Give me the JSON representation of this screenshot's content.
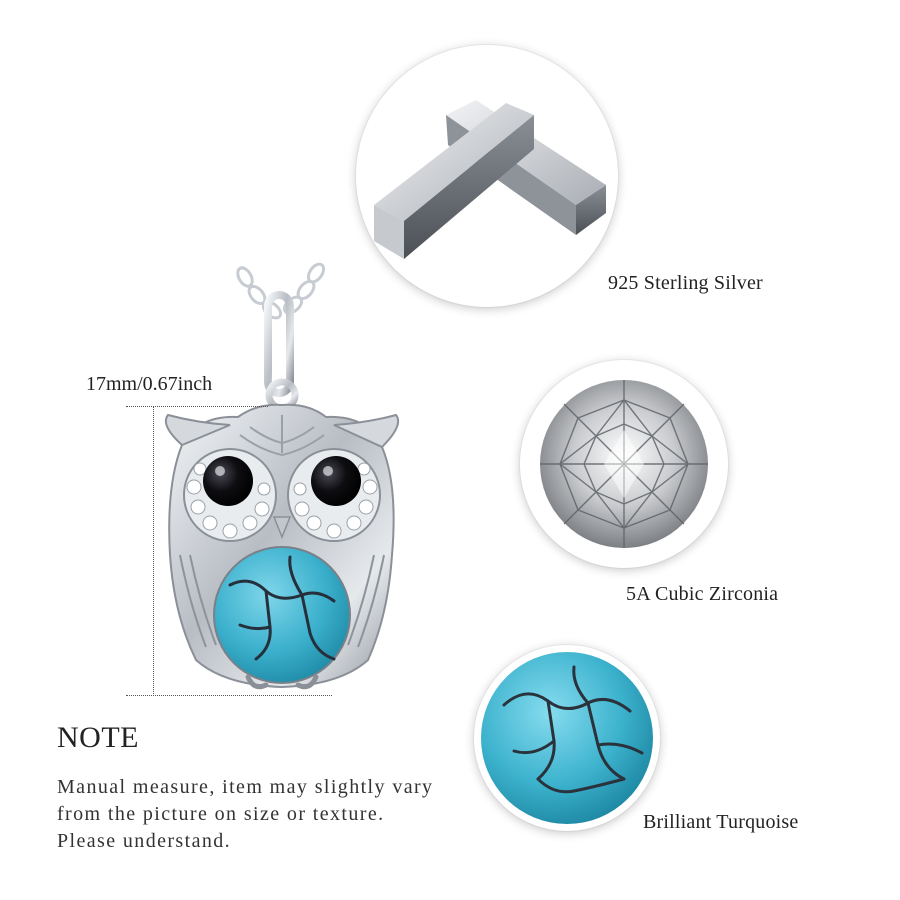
{
  "materials": [
    {
      "label": "925 Sterling Silver",
      "icon": "silver-bars-icon"
    },
    {
      "label": "5A Cubic Zirconia",
      "icon": "zirconia-gem-icon"
    },
    {
      "label": "Brilliant Turquoise",
      "icon": "turquoise-stone-icon"
    }
  ],
  "dimension": {
    "label": "17mm/0.67inch"
  },
  "note": {
    "title": "NOTE",
    "lines": [
      "Manual measure, item may slightly vary",
      "from the picture on size or texture.",
      "Please understand."
    ]
  },
  "colors": {
    "silver": "#c9cdd3",
    "turquoise": "#3fb3cf",
    "onyx": "#0b0b0e",
    "vein": "#2c3440"
  }
}
